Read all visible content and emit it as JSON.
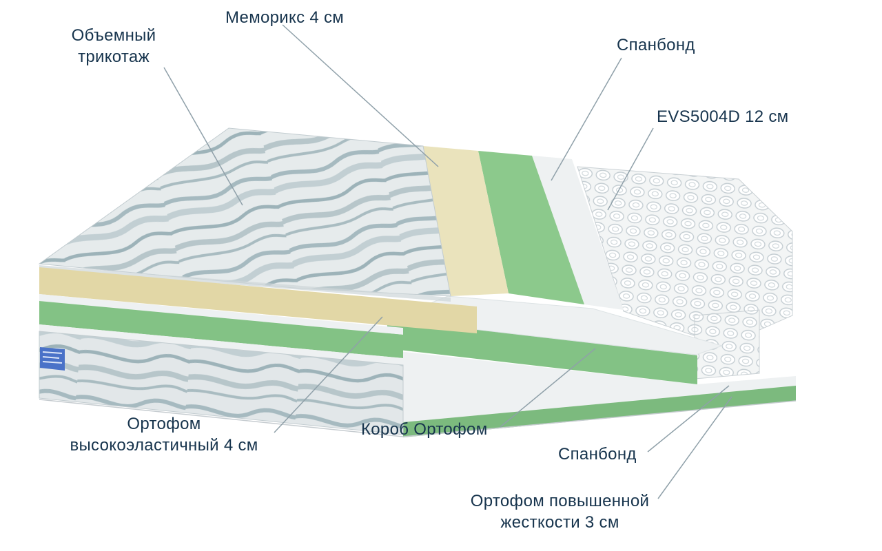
{
  "page": {
    "background": "#ffffff"
  },
  "diagram": {
    "type": "mattress-layer-diagram",
    "labels": [
      {
        "id": "knit",
        "text": "Объемный\nтрикотаж"
      },
      {
        "id": "memorix",
        "text": "Меморикс 4 см"
      },
      {
        "id": "spunbond-top",
        "text": "Спанбонд"
      },
      {
        "id": "springs",
        "text": "EVS5004D 12 см"
      },
      {
        "id": "orthofoam-elastic",
        "text": "Ортофом\nвысокоэластичный 4 см"
      },
      {
        "id": "orthofoam-box",
        "text": "Короб Ортофом"
      },
      {
        "id": "spunbond-bottom",
        "text": "Спанбонд"
      },
      {
        "id": "orthofoam-rigid",
        "text": "Ортофом повышенной\nжесткости 3 см"
      }
    ],
    "colors": {
      "label_text": "#17344d",
      "leader_line": "#8fa0a9",
      "knit_base": "#e6ebec",
      "knit_wave": "#a6bac0",
      "cream_top": "#eae3bc",
      "cream_front": "#e2d7a6",
      "green_top": "#8cc98c",
      "green_front": "#83c285",
      "green_bottom": "#7cba7e",
      "spunbond": "#eef1f2",
      "coil_base": "#f3f5f5",
      "coil_ring": "#c4cdd2",
      "fabric_side_base": "#e2e7e9",
      "tag_blue": "#4a72c8",
      "edge_line": "#c6ccd0"
    }
  }
}
